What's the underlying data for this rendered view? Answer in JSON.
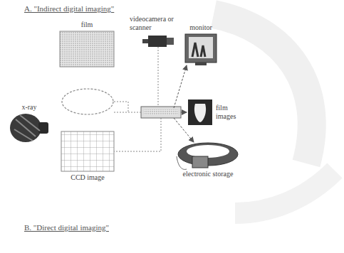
{
  "diagram": {
    "title": "A. \"Indirect digital imaging\"",
    "nodes": [
      {
        "text": [
          "film"
        ]
      },
      {
        "text": [
          "videocamera or scanner"
        ]
      },
      {
        "text": [
          "monitor"
        ]
      },
      {
        "text": [
          "x-ray"
        ]
      },
      {
        "text": [
          "film images"
        ]
      },
      {
        "text": [
          "CCD image"
        ]
      },
      {
        "text": [
          "electronic storage"
        ]
      }
    ],
    "labels": [
      "B. \"Direct digital imaging\""
    ]
  }
}
